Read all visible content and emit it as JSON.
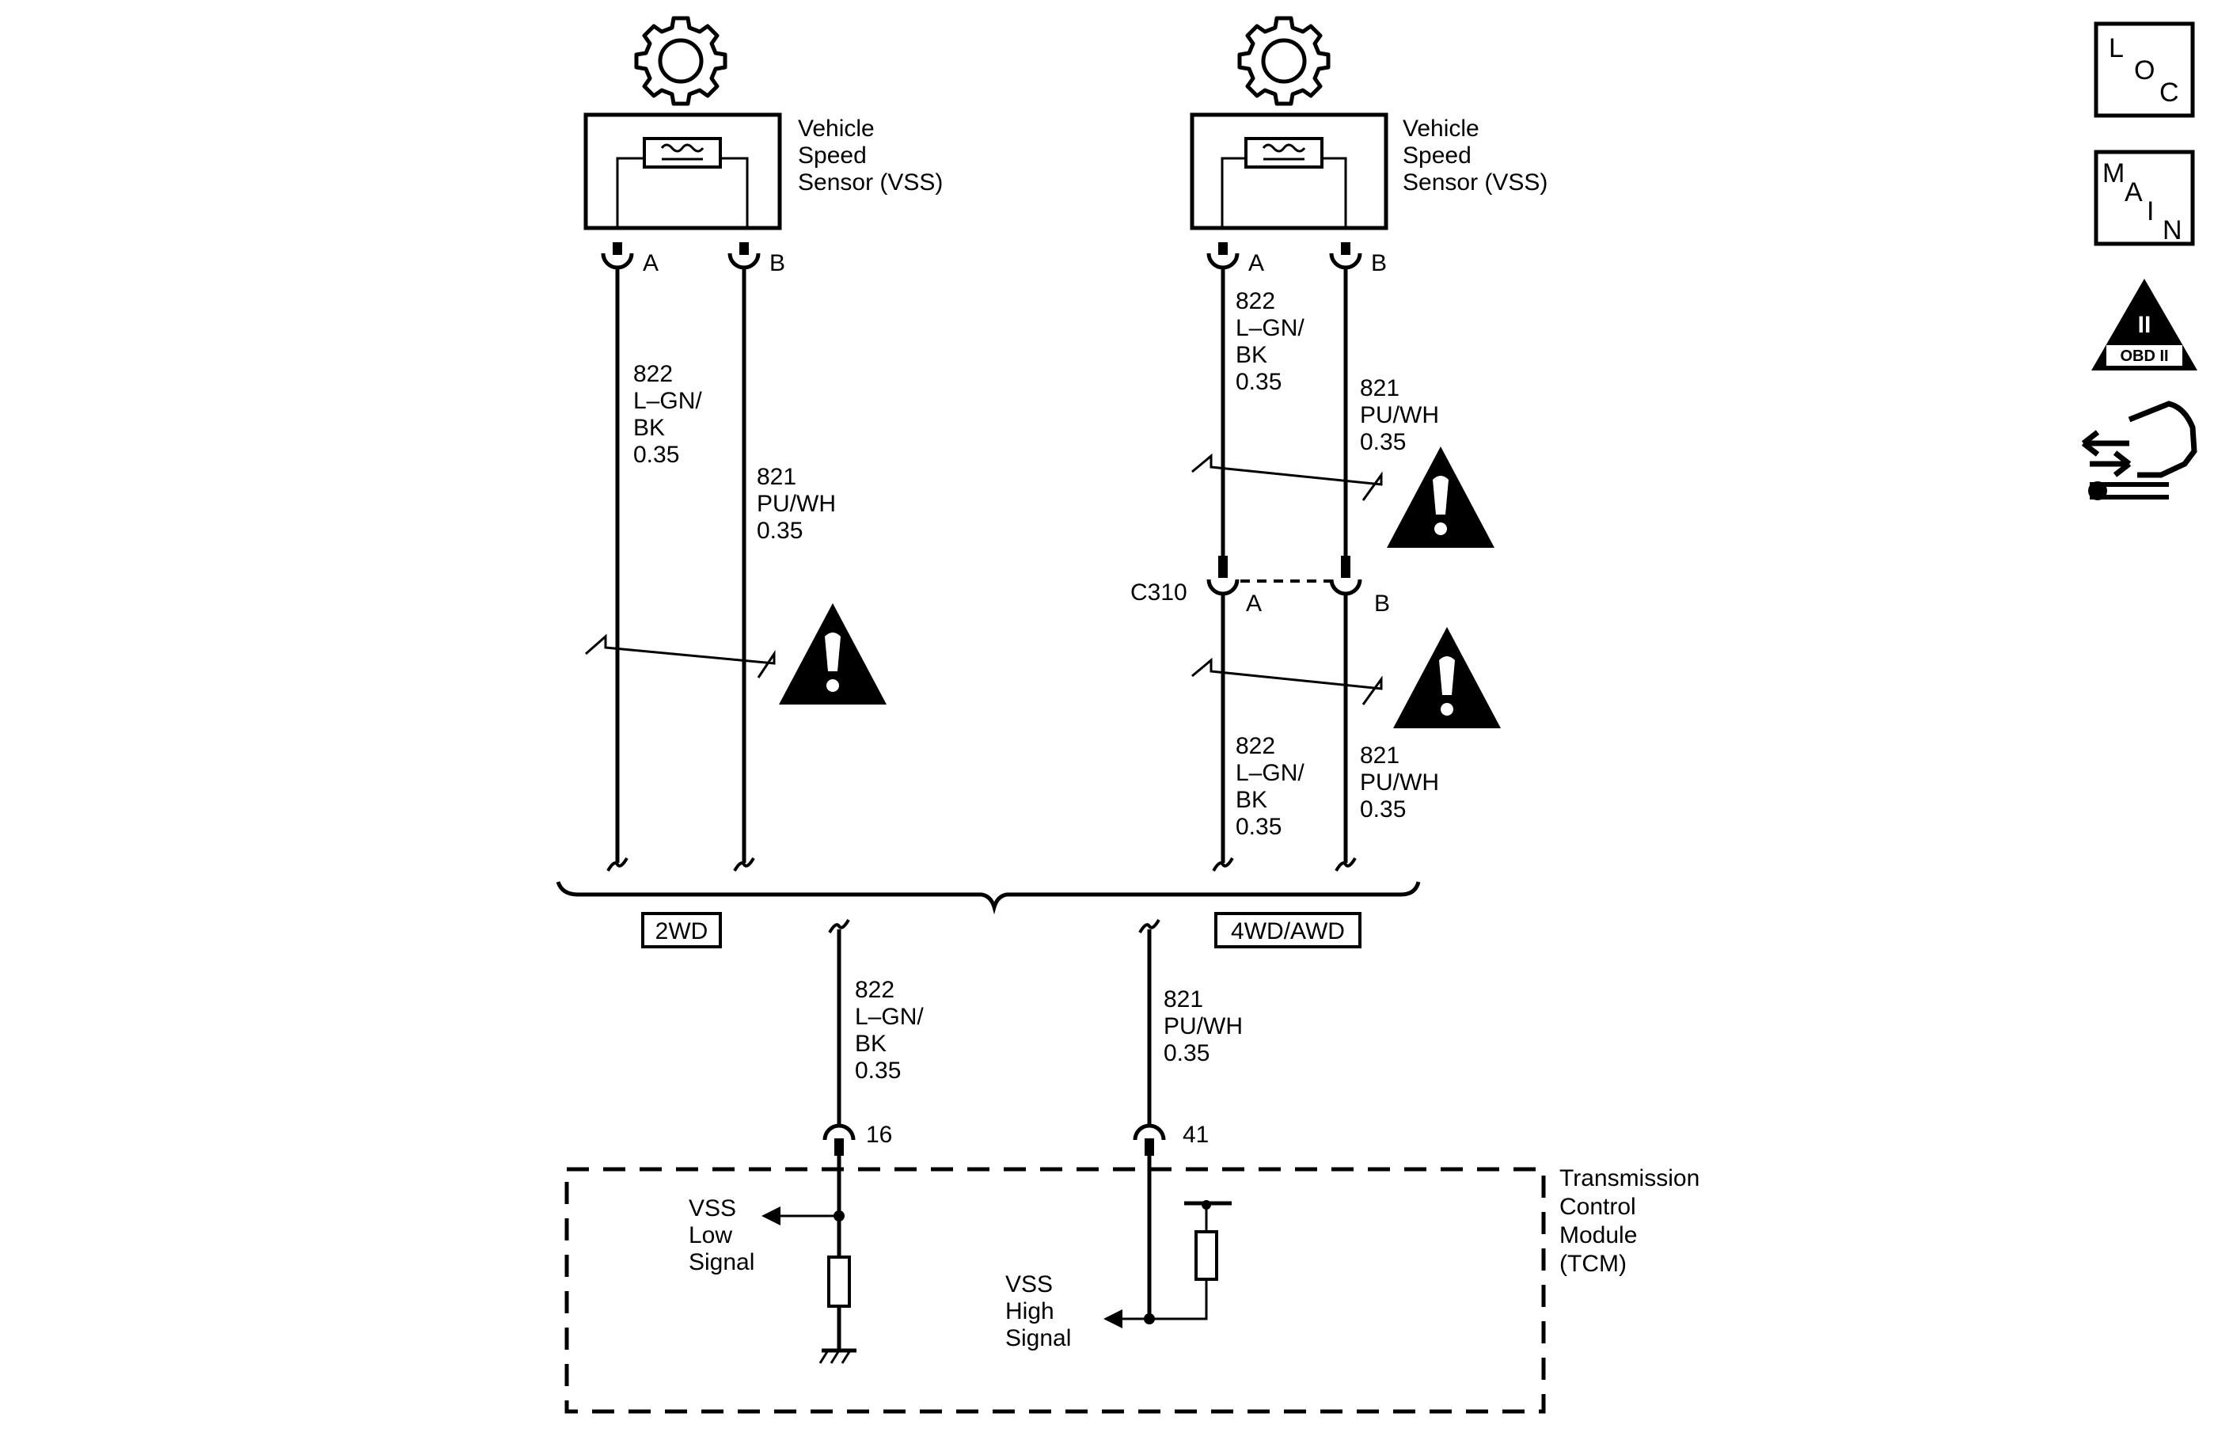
{
  "sensor_2wd": {
    "label": [
      "Vehicle",
      "Speed",
      "Sensor (VSS)"
    ],
    "pin_a": "A",
    "pin_b": "B",
    "wire_a": [
      "822",
      "L–GN/",
      "BK",
      "0.35"
    ],
    "wire_b": [
      "821",
      "PU/WH",
      "0.35"
    ]
  },
  "sensor_4wd": {
    "label": [
      "Vehicle",
      "Speed",
      "Sensor (VSS)"
    ],
    "pin_a": "A",
    "pin_b": "B",
    "wire_a_upper": [
      "822",
      "L–GN/",
      "BK",
      "0.35"
    ],
    "wire_b_upper": [
      "821",
      "PU/WH",
      "0.35"
    ],
    "connector": "C310",
    "connector_pin_a": "A",
    "connector_pin_b": "B",
    "wire_a_lower": [
      "822",
      "L–GN/",
      "BK",
      "0.35"
    ],
    "wire_b_lower": [
      "821",
      "PU/WH",
      "0.35"
    ]
  },
  "options": {
    "left": "2WD",
    "right": "4WD/AWD"
  },
  "tcm_wires": {
    "low": [
      "822",
      "L–GN/",
      "BK",
      "0.35"
    ],
    "high": [
      "821",
      "PU/WH",
      "0.35"
    ],
    "low_pin": "16",
    "high_pin": "41"
  },
  "tcm": {
    "label": [
      "Transmission",
      "Control",
      "Module",
      "(TCM)"
    ],
    "low_signal": [
      "VSS",
      "Low",
      "Signal"
    ],
    "high_signal": [
      "VSS",
      "High",
      "Signal"
    ]
  },
  "side_icons": {
    "loc": [
      "L",
      "O",
      "C"
    ],
    "main": [
      "M",
      "A",
      "I",
      "N"
    ],
    "obd_roman": "II",
    "obd_label": "OBD II"
  }
}
